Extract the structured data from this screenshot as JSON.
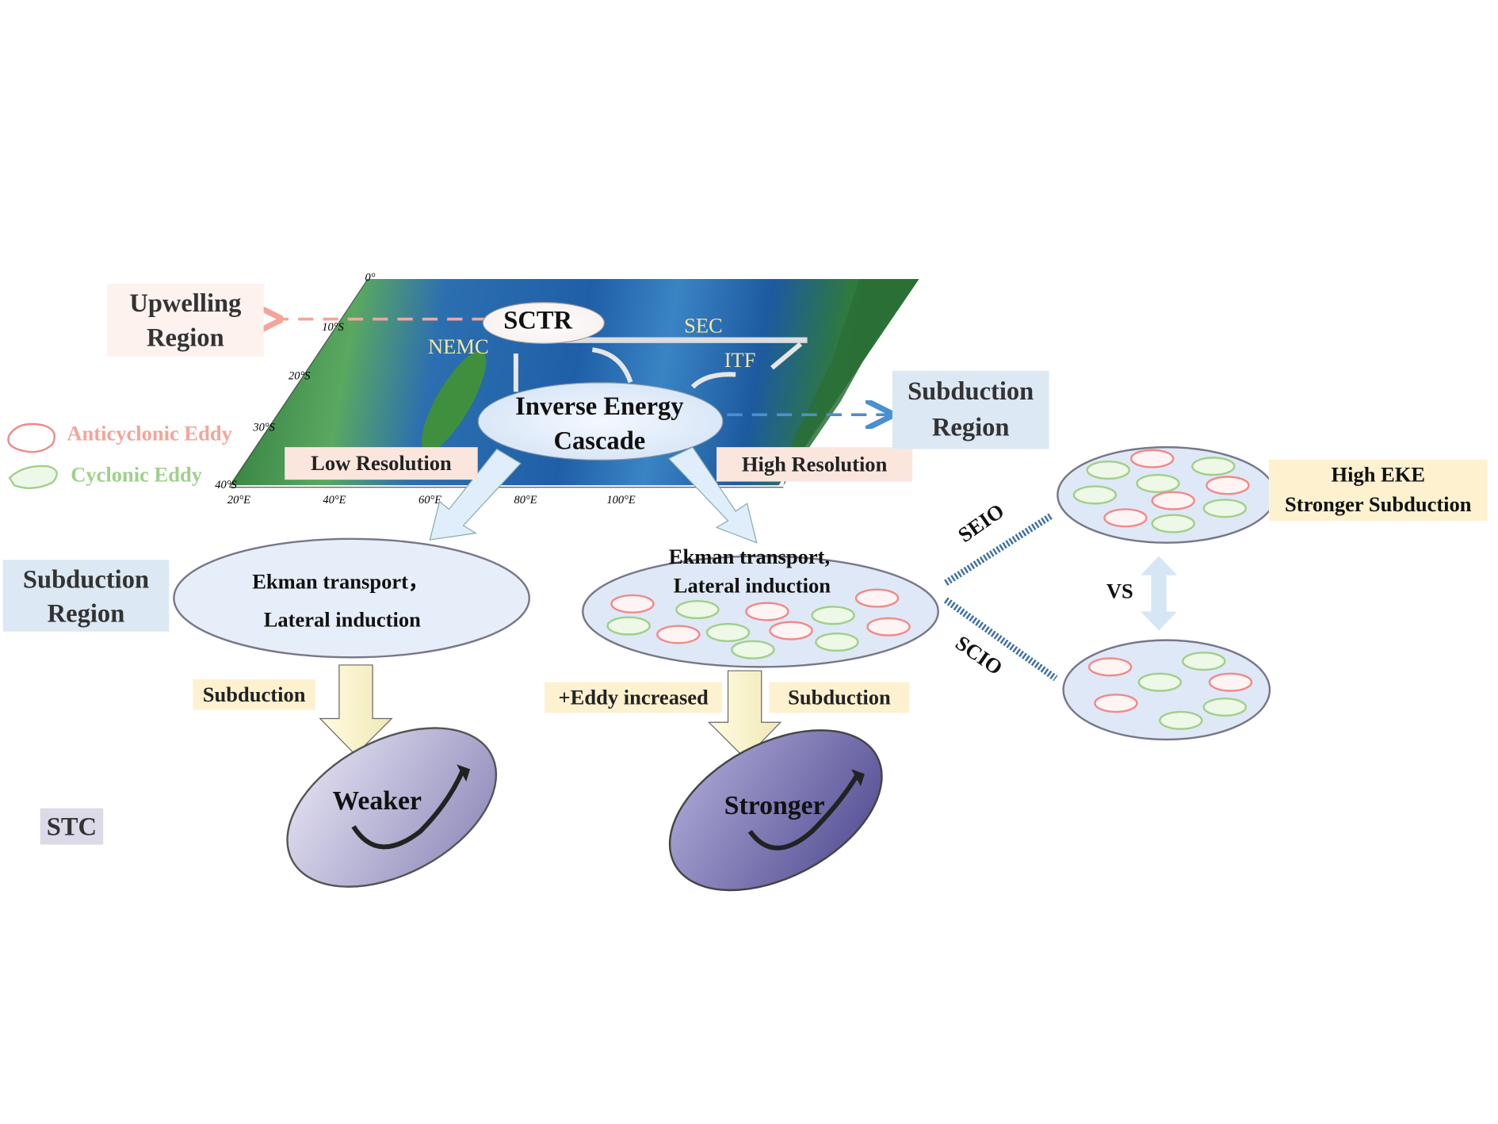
{
  "map": {
    "lat_ticks": [
      "0°",
      "10°S",
      "20°S",
      "30°S",
      "40°S"
    ],
    "lon_ticks": [
      "20°E",
      "40°E",
      "60°E",
      "80°E",
      "100°E"
    ],
    "currents": [
      "SCTR",
      "SEC",
      "NEMC",
      "ITF"
    ],
    "low_resolution": "Low Resolution",
    "high_resolution": "High Resolution"
  },
  "center": {
    "line1": "Inverse Energy",
    "line2": "Cascade"
  },
  "upwelling": {
    "line1": "Upwelling",
    "line2": "Region"
  },
  "subduction_right": {
    "line1": "Subduction",
    "line2": "Region"
  },
  "subduction_left": {
    "line1": "Subduction",
    "line2": "Region"
  },
  "legend": {
    "anticyclonic": "Anticyclonic Eddy",
    "cyclonic": "Cyclonic Eddy"
  },
  "left_disc": {
    "line1": "Ekman transport，",
    "line2": "Lateral induction"
  },
  "mid_disc": {
    "line1": "Ekman transport,",
    "line2": "Lateral induction"
  },
  "subduction_label_left": "Subduction",
  "subduction_label_mid": "Subduction",
  "eddy_increased": "+Eddy increased",
  "weaker": "Weaker",
  "stronger": "Stronger",
  "stc": "STC",
  "seio": "SEIO",
  "scio": "SCIO",
  "vs": "VS",
  "high_eke": {
    "line1": "High EKE",
    "line2": "Stronger Subduction"
  },
  "colors": {
    "anticyclonic": "#f08a8a",
    "cyclonic": "#9fd08a",
    "pink_box": "#fbe6de",
    "blue_box": "#dce8f3",
    "yellow_box": "#fdf1cf"
  }
}
